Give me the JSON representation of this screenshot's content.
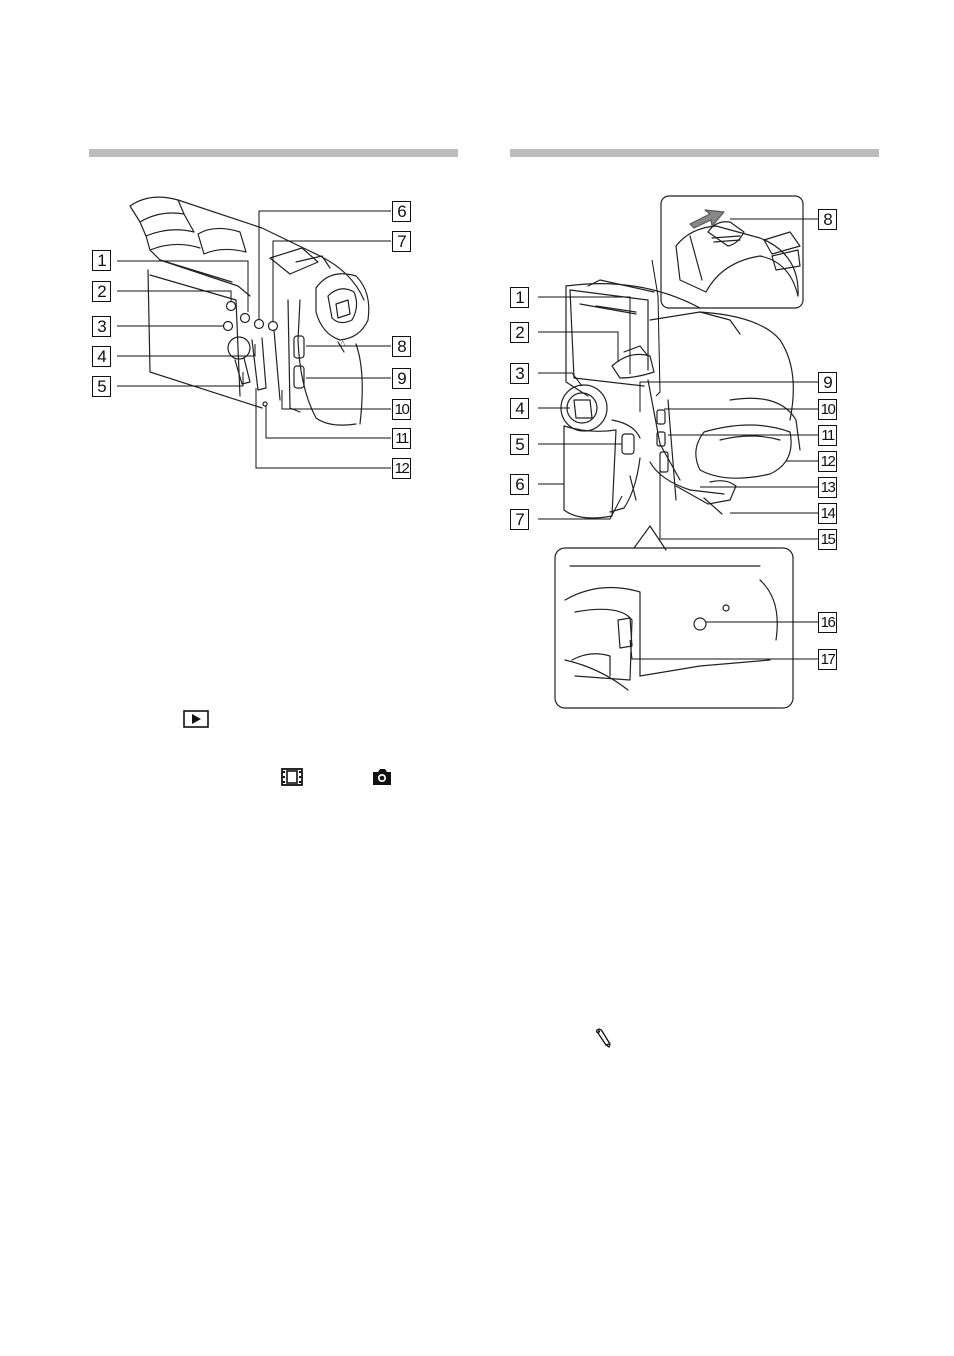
{
  "left_figure": {
    "callouts": [
      "1",
      "2",
      "3",
      "4",
      "5",
      "6",
      "7",
      "8",
      "9",
      "10",
      "11",
      "12"
    ]
  },
  "right_figure": {
    "callouts": [
      "1",
      "2",
      "3",
      "4",
      "5",
      "6",
      "7",
      "8",
      "9",
      "10",
      "11",
      "12",
      "13",
      "14",
      "15",
      "16",
      "17"
    ]
  },
  "icons": {
    "left_column": [
      "playback-icon",
      "movie-icon",
      "photo-icon"
    ],
    "right_column": [
      "note-pencil-icon"
    ]
  },
  "colors": {
    "section_rule": "#bcbcbc",
    "line": "#111111"
  }
}
